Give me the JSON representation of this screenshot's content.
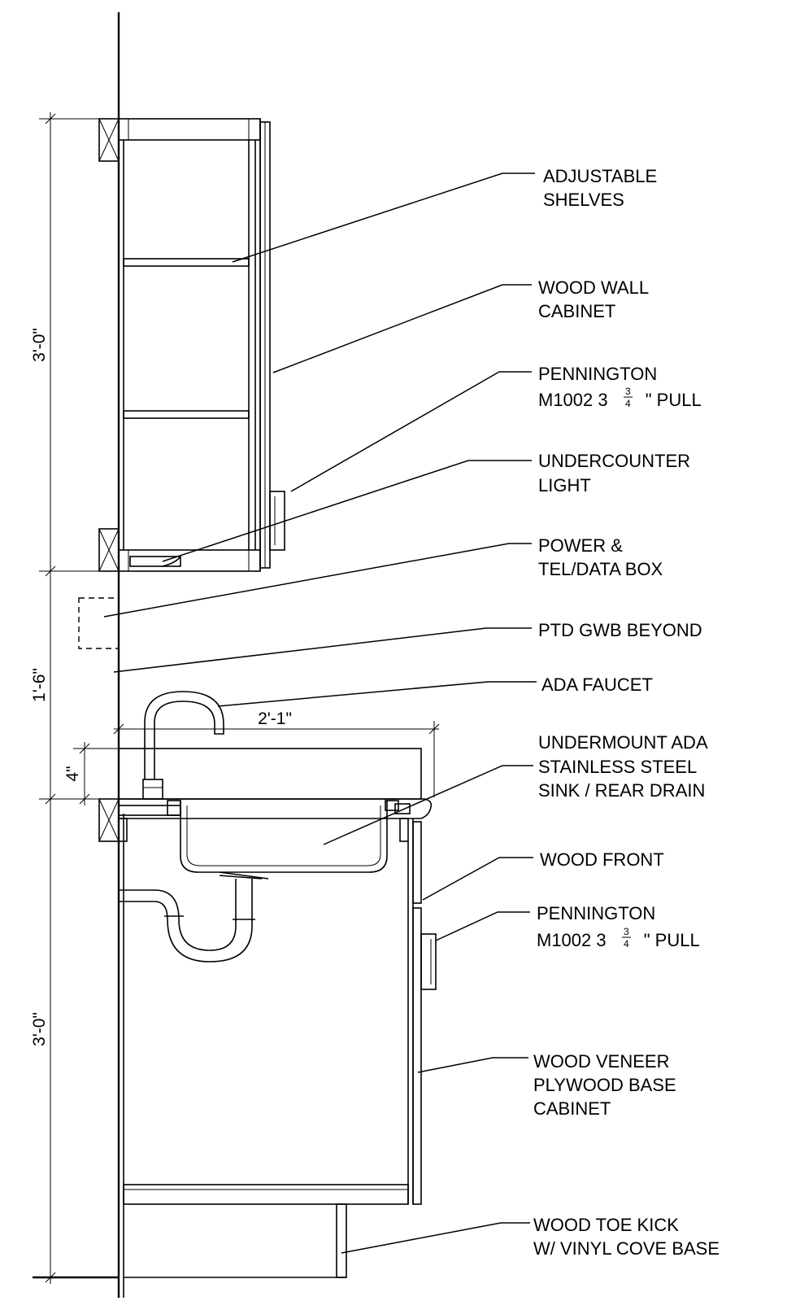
{
  "dimensions": {
    "upper_cabinet_height": "3'-0\"",
    "counter_gap": "1'-6\"",
    "backsplash": "4\"",
    "base_cabinet_height": "3'-0\"",
    "counter_depth": "2'-1\""
  },
  "labels": {
    "adjustable_shelves": [
      "ADJUSTABLE",
      "SHELVES"
    ],
    "wood_wall_cabinet": [
      "WOOD WALL",
      "CABINET"
    ],
    "pull_upper": {
      "line1": "PENNINGTON",
      "line2_prefix": "M1002 3 ",
      "frac_num": "3",
      "frac_den": "4",
      "line2_suffix": "\" PULL"
    },
    "undercounter_light": [
      "UNDERCOUNTER",
      "LIGHT"
    ],
    "power_box": [
      "POWER &",
      "TEL/DATA BOX"
    ],
    "gwb": [
      "PTD GWB BEYOND"
    ],
    "faucet": [
      "ADA FAUCET"
    ],
    "sink": [
      "UNDERMOUNT ADA",
      "STAINLESS STEEL",
      "SINK / REAR DRAIN"
    ],
    "wood_front": [
      "WOOD FRONT"
    ],
    "pull_lower": {
      "line1": "PENNINGTON",
      "line2_prefix": "M1002 3 ",
      "frac_num": "3",
      "frac_den": "4",
      "line2_suffix": "\" PULL"
    },
    "base_cabinet": [
      "WOOD VENEER",
      "PLYWOOD BASE",
      "CABINET"
    ],
    "toe_kick": [
      "WOOD TOE KICK",
      "W/ VINYL COVE BASE"
    ]
  }
}
